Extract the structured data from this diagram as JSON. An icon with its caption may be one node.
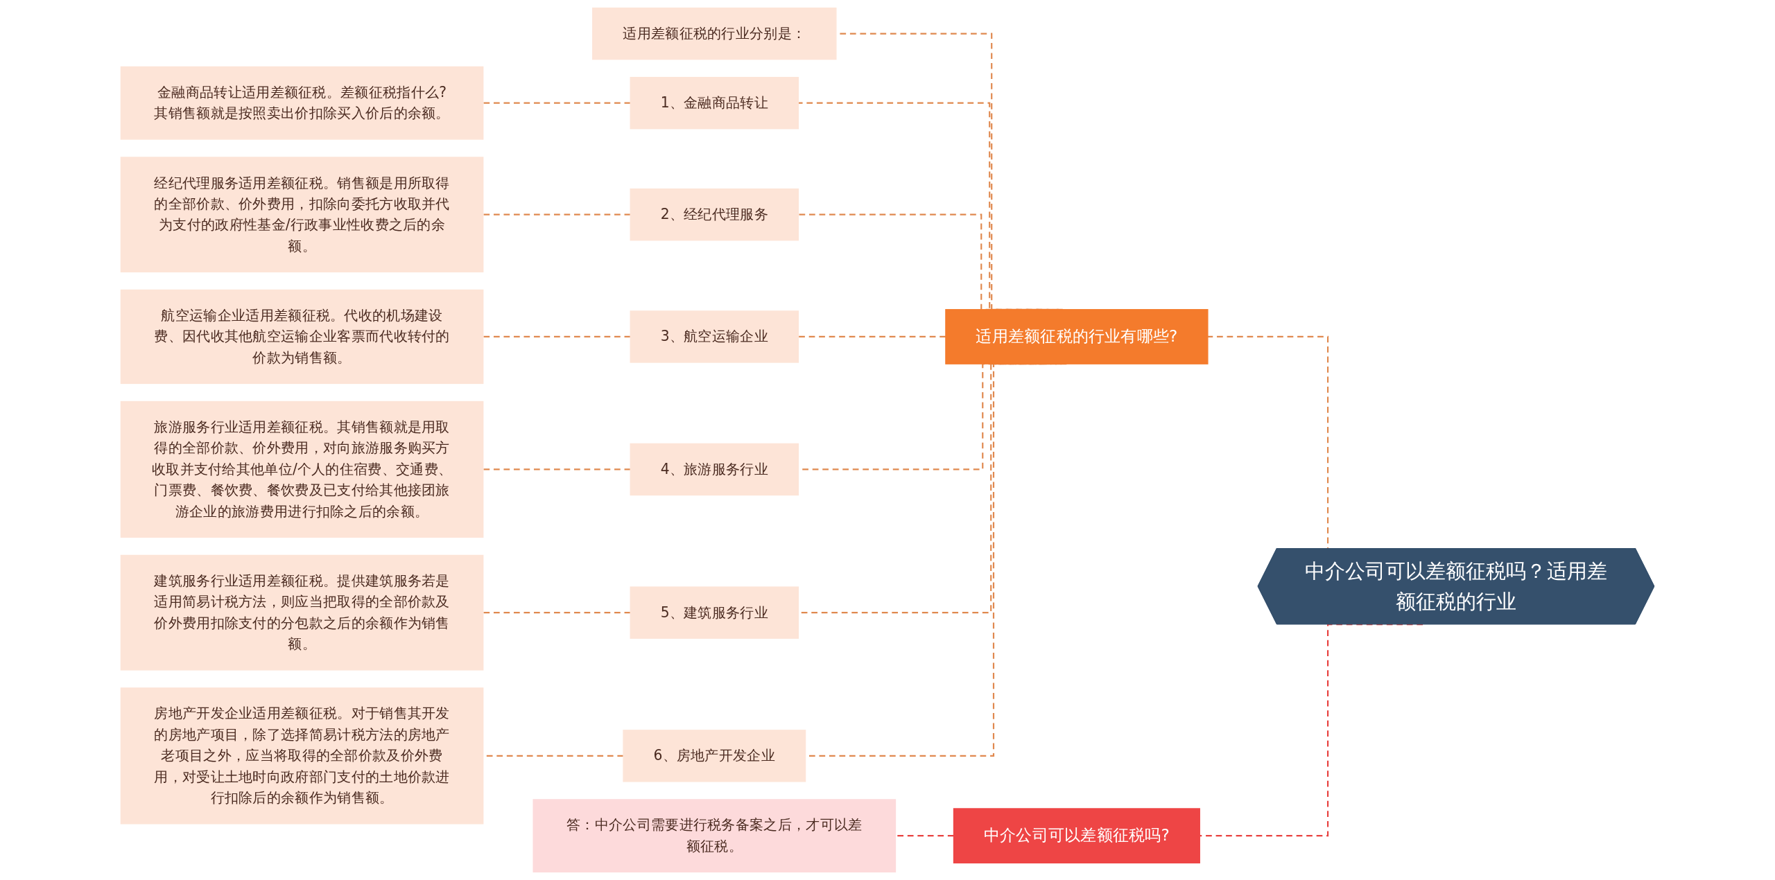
{
  "diagram": {
    "nodes": [
      {
        "text": [
          "中介公司可以差额征税吗？适用差额征税的行业"
        ]
      },
      {
        "text": [
          "适用差额征税的行业有哪些?"
        ]
      },
      {
        "text": [
          "适用差额征税的行业分别是："
        ]
      },
      {
        "text": [
          "1、金融商品转让"
        ]
      },
      {
        "text": [
          "金融商品转让适用差额征税。差额征税指什么?其销售额就是按照卖出价扣除买入价后的余额。"
        ]
      },
      {
        "text": [
          "2、经纪代理服务"
        ]
      },
      {
        "text": [
          "经纪代理服务适用差额征税。销售额是用所取得的全部价款、价外费用，扣除向委托方收取并代为支付的政府性基金/行政事业性收费之后的余额。"
        ]
      },
      {
        "text": [
          "3、航空运输企业"
        ]
      },
      {
        "text": [
          "航空运输企业适用差额征税。代收的机场建设费、因代收其他航空运输企业客票而代收转付的价款为销售额。"
        ]
      },
      {
        "text": [
          "4、旅游服务行业"
        ]
      },
      {
        "text": [
          "旅游服务行业适用差额征税。其销售额就是用取得的全部价款、价外费用，对向旅游服务购买方收取并支付给其他单位/个人的住宿费、交通费、门票费、餐饮费、餐饮费及已支付给其他接团旅游企业的旅游费用进行扣除之后的余额。"
        ]
      },
      {
        "text": [
          "5、建筑服务行业"
        ]
      },
      {
        "text": [
          "建筑服务行业适用差额征税。提供建筑服务若是适用简易计税方法，则应当把取得的全部价款及价外费用扣除支付的分包款之后的余额作为销售额。"
        ]
      },
      {
        "text": [
          "6、房地产开发企业"
        ]
      },
      {
        "text": [
          "房地产开发企业适用差额征税。对于销售其开发的房地产项目，除了选择简易计税方法的房地产老项目之外，应当将取得的全部价款及价外费用，对受让土地时向政府部门支付的土地价款进行扣除后的余额作为销售额。"
        ]
      },
      {
        "text": [
          "中介公司可以差额征税吗?"
        ]
      },
      {
        "text": [
          "答：中介公司需要进行税务备案之后，才可以差额征税。"
        ]
      }
    ],
    "edges": [
      {
        "from": 0,
        "to": 1,
        "arrow": "none",
        "style": "dashed"
      },
      {
        "from": 1,
        "to": 2,
        "arrow": "none",
        "style": "dashed"
      },
      {
        "from": 1,
        "to": 3,
        "arrow": "none",
        "style": "dashed"
      },
      {
        "from": 3,
        "to": 4,
        "arrow": "none",
        "style": "dashed"
      },
      {
        "from": 1,
        "to": 5,
        "arrow": "none",
        "style": "dashed"
      },
      {
        "from": 5,
        "to": 6,
        "arrow": "none",
        "style": "dashed"
      },
      {
        "from": 1,
        "to": 7,
        "arrow": "none",
        "style": "dashed"
      },
      {
        "from": 7,
        "to": 8,
        "arrow": "none",
        "style": "dashed"
      },
      {
        "from": 1,
        "to": 9,
        "arrow": "none",
        "style": "dashed"
      },
      {
        "from": 9,
        "to": 10,
        "arrow": "none",
        "style": "dashed"
      },
      {
        "from": 1,
        "to": 11,
        "arrow": "none",
        "style": "dashed"
      },
      {
        "from": 11,
        "to": 12,
        "arrow": "none",
        "style": "dashed"
      },
      {
        "from": 1,
        "to": 13,
        "arrow": "none",
        "style": "dashed"
      },
      {
        "from": 13,
        "to": 14,
        "arrow": "none",
        "style": "dashed"
      },
      {
        "from": 0,
        "to": 15,
        "arrow": "none",
        "style": "dashed",
        "color": "#e8413f"
      },
      {
        "from": 15,
        "to": 16,
        "arrow": "none",
        "style": "dashed",
        "color": "#e8413f"
      }
    ]
  }
}
